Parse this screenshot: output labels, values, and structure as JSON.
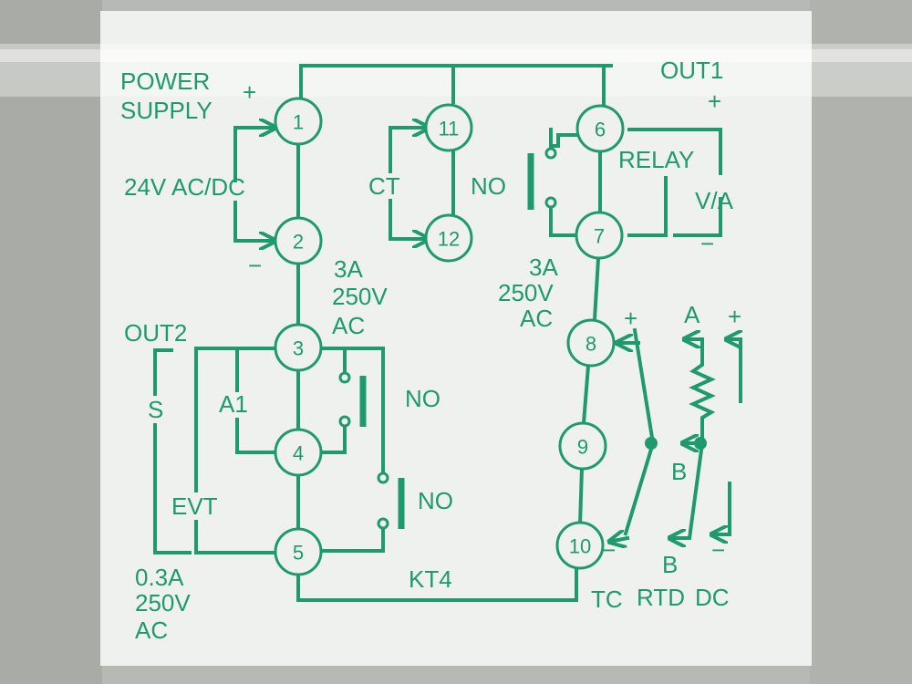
{
  "diagram": {
    "model": "KT4",
    "terminals": [
      "1",
      "2",
      "3",
      "4",
      "5",
      "6",
      "7",
      "8",
      "9",
      "10",
      "11",
      "12"
    ],
    "power": {
      "line1": "POWER",
      "line2": "SUPPLY",
      "plus": "+",
      "minus": "−",
      "voltage": "24V AC/DC"
    },
    "ct": {
      "label": "CT",
      "no": "NO"
    },
    "out1": {
      "title": "OUT1",
      "plus": "+",
      "relay": "RELAY",
      "va": "V/A",
      "minus": "−"
    },
    "out1_rating": [
      "3A",
      "250V",
      "AC"
    ],
    "out2": {
      "title": "OUT2",
      "s": "S",
      "a1": "A1",
      "no_upper": "NO",
      "no_lower": "NO"
    },
    "out2_rating": [
      "3A",
      "250V",
      "AC"
    ],
    "evt": {
      "label": "EVT",
      "rating": [
        "0.3A",
        "250V",
        "AC"
      ]
    },
    "input": {
      "plus_tc": "+",
      "minus_tc": "−",
      "tc": "TC",
      "a": "A",
      "b_mid": "B",
      "b_low": "B",
      "rtd": "RTD",
      "plus_dc": "+",
      "minus_dc": "−",
      "dc": "DC"
    }
  }
}
